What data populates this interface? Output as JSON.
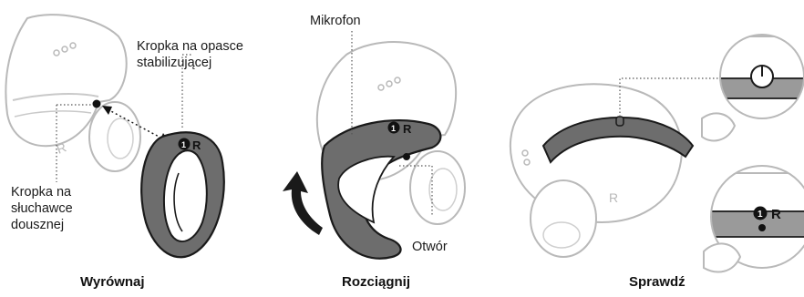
{
  "panels": [
    {
      "caption": "Wyrównaj",
      "labels": {
        "dot_on_band": "Kropka na opasce stabilizującej",
        "dot_on_earbud": "Kropka na słuchawce dousznej"
      }
    },
    {
      "caption": "Rozciągnij",
      "labels": {
        "microphone": "Mikrofon",
        "opening": "Otwór"
      }
    },
    {
      "caption": "Sprawdź"
    }
  ],
  "markings": {
    "band_marker": "R",
    "band_number": "1",
    "earbud_marker": "R"
  },
  "colors": {
    "earbud_outline": "#b9b9b9",
    "band_fill": "#6d6d6d",
    "band_outline": "#1a1a1a",
    "arrow": "#1a1a1a"
  },
  "icons": [
    "earbud-illustration",
    "stability-band-illustration",
    "curved-arrow-icon",
    "magnifier-circle"
  ]
}
